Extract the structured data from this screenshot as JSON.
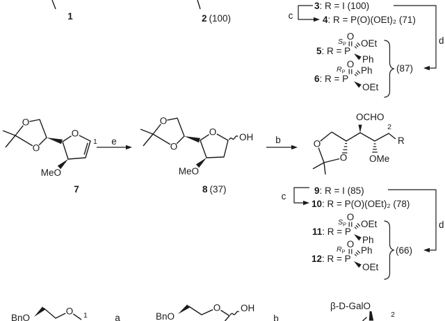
{
  "colors": {
    "ink": "#1b1b1b",
    "background": "#ffffff"
  },
  "compounds": {
    "c1": {
      "num": "1"
    },
    "c2": {
      "num": "2",
      "yield": "(100)"
    },
    "c3": {
      "num": "3",
      "def": ": R = I (100)"
    },
    "c4": {
      "num": "4",
      "def": ": R = P(O)(OEt)₂ (71)"
    },
    "c5": {
      "num": "5",
      "def": ": R = P",
      "stereo": "S",
      "stereo_sub": "P",
      "oxo": "O",
      "hash_sub": "OEt",
      "wedge_sub": "Ph"
    },
    "c6": {
      "num": "6",
      "def": ": R = P",
      "stereo": "R",
      "stereo_sub": "P",
      "oxo": "O",
      "hash_sub": "Ph",
      "wedge_sub": "OEt"
    },
    "c7": {
      "num": "7",
      "o_top": "O",
      "o_bot": "O",
      "o_ring": "O",
      "pos1": "1",
      "meo": "MeO"
    },
    "c8": {
      "num": "8",
      "yield": "(37)",
      "o_top": "O",
      "o_bot": "O",
      "o_ring": "O",
      "oh": "OH",
      "meo": "MeO"
    },
    "c9_structure": {
      "ocho": "OCHO",
      "pos2": "2",
      "r": "R",
      "ome": "OMe",
      "o_left": "O",
      "o_bot": "O"
    },
    "c9": {
      "num": "9",
      "def": ": R = I (85)"
    },
    "c10": {
      "num": "10",
      "def": ": R = P(O)(OEt)₂ (78)"
    },
    "c11": {
      "num": "11",
      "def": ": R = P",
      "stereo": "S",
      "stereo_sub": "P",
      "oxo": "O",
      "hash_sub": "OEt",
      "wedge_sub": "Ph"
    },
    "c12": {
      "num": "12",
      "def": ": R = P",
      "stereo": "R",
      "stereo_sub": "P",
      "oxo": "O",
      "hash_sub": "Ph",
      "wedge_sub": "OEt"
    },
    "bottom_left": {
      "bno": "BnO",
      "o": "O",
      "pos1": "1"
    },
    "bottom_mid": {
      "bno": "BnO",
      "o": "O",
      "oh": "OH"
    },
    "bottom_right": {
      "gal": "β-D-GalO",
      "pos2": "2"
    }
  },
  "steps": {
    "a": "a",
    "b_mid": "b",
    "b_bottom": "b",
    "c_3_4": "c",
    "c_9_10": "c",
    "d_3_6": "d",
    "d_9_12": "d",
    "e": "e"
  },
  "yields": {
    "y_5_6": "(87)",
    "y_11_12": "(66)"
  }
}
